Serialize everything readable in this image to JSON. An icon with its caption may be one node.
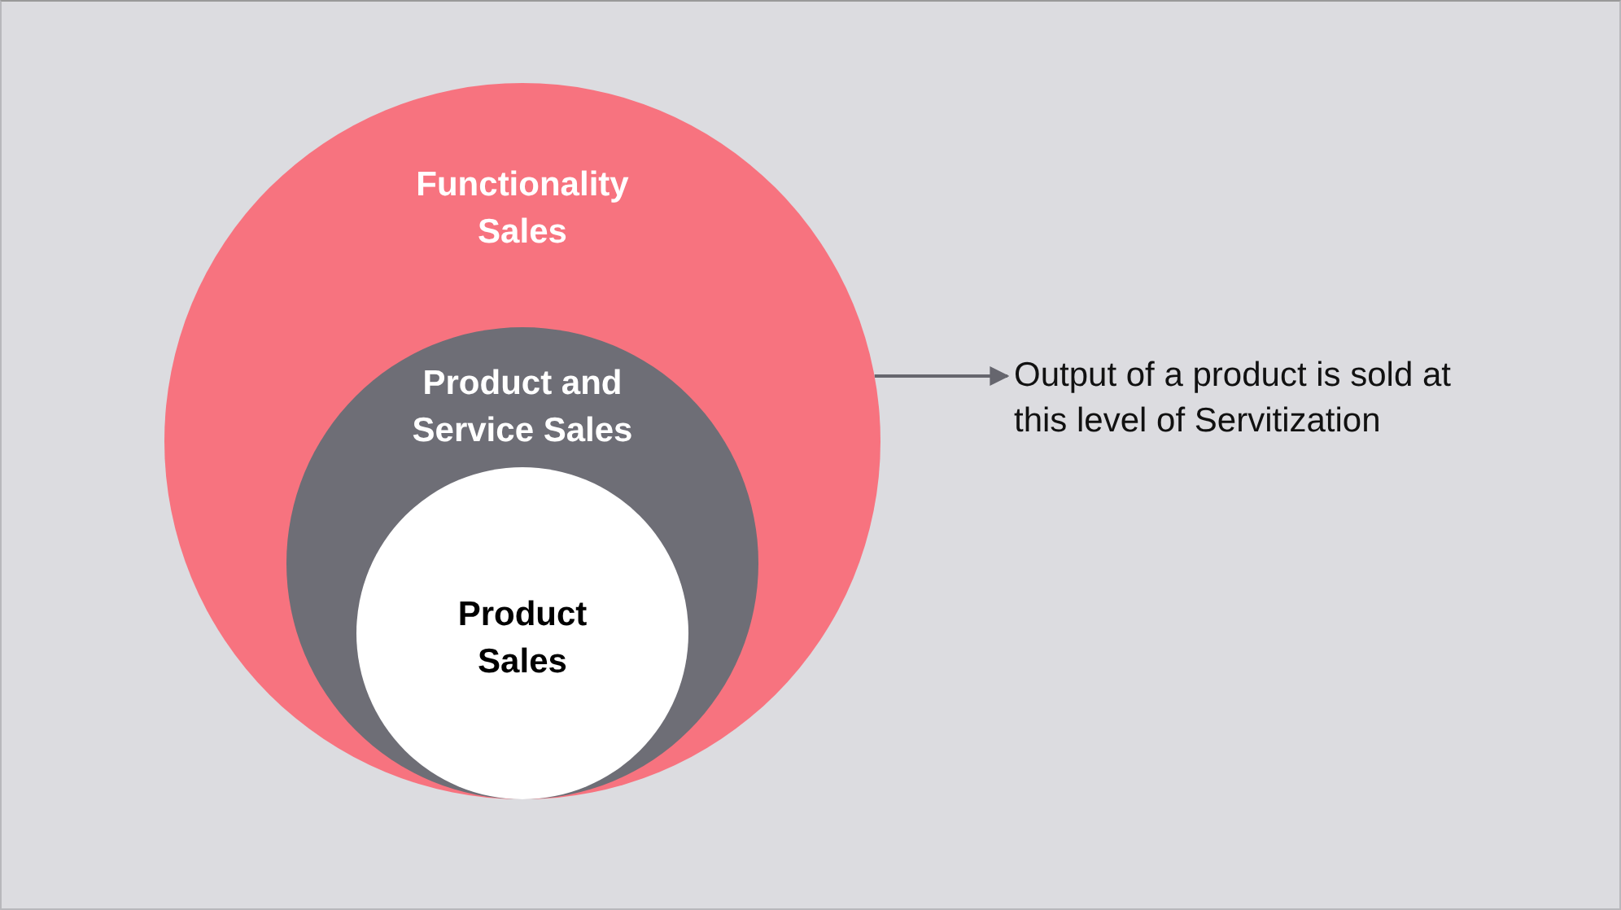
{
  "diagram": {
    "nodes": [
      {
        "text": [
          "Functionality Sales"
        ]
      },
      {
        "text": [
          "Product and Service Sales"
        ],
        "in": 0
      },
      {
        "text": [
          "Product Sales"
        ],
        "in": 1
      },
      {
        "text": [
          "Output of a product is sold at this level of Servitization"
        ]
      }
    ],
    "edges": [
      {
        "from": 0,
        "to": 3,
        "arrow": "to"
      }
    ]
  }
}
